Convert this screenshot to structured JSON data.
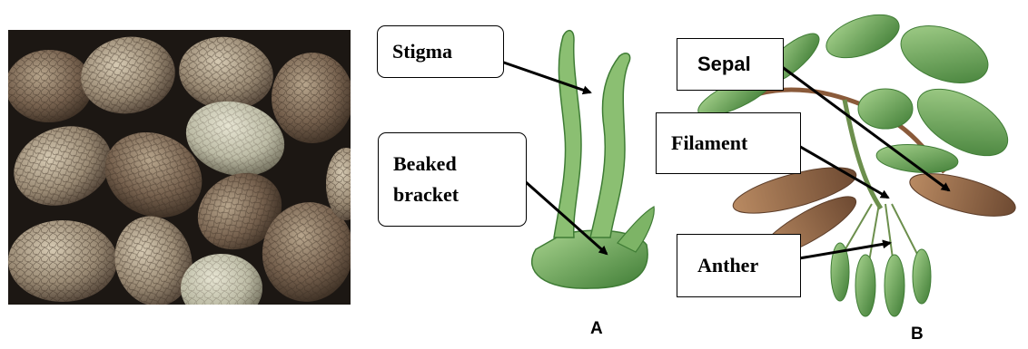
{
  "figure": {
    "panel_a_caption": "A",
    "panel_b_caption": "B",
    "labels": {
      "stigma": "Stigma",
      "beaked_bracket_line1": "Beaked",
      "beaked_bracket_line2": "bracket",
      "sepal": "Sepal",
      "filament": "Filament",
      "anther": "Anther"
    }
  },
  "colors": {
    "seed_light": "#b9ab93",
    "seed_dark": "#5b4a3c",
    "seed_net": "#3a2d22",
    "plant_green": "#6fae5a",
    "plant_dark": "#3f7c35",
    "sepal_brown": "#8a5a3a"
  }
}
